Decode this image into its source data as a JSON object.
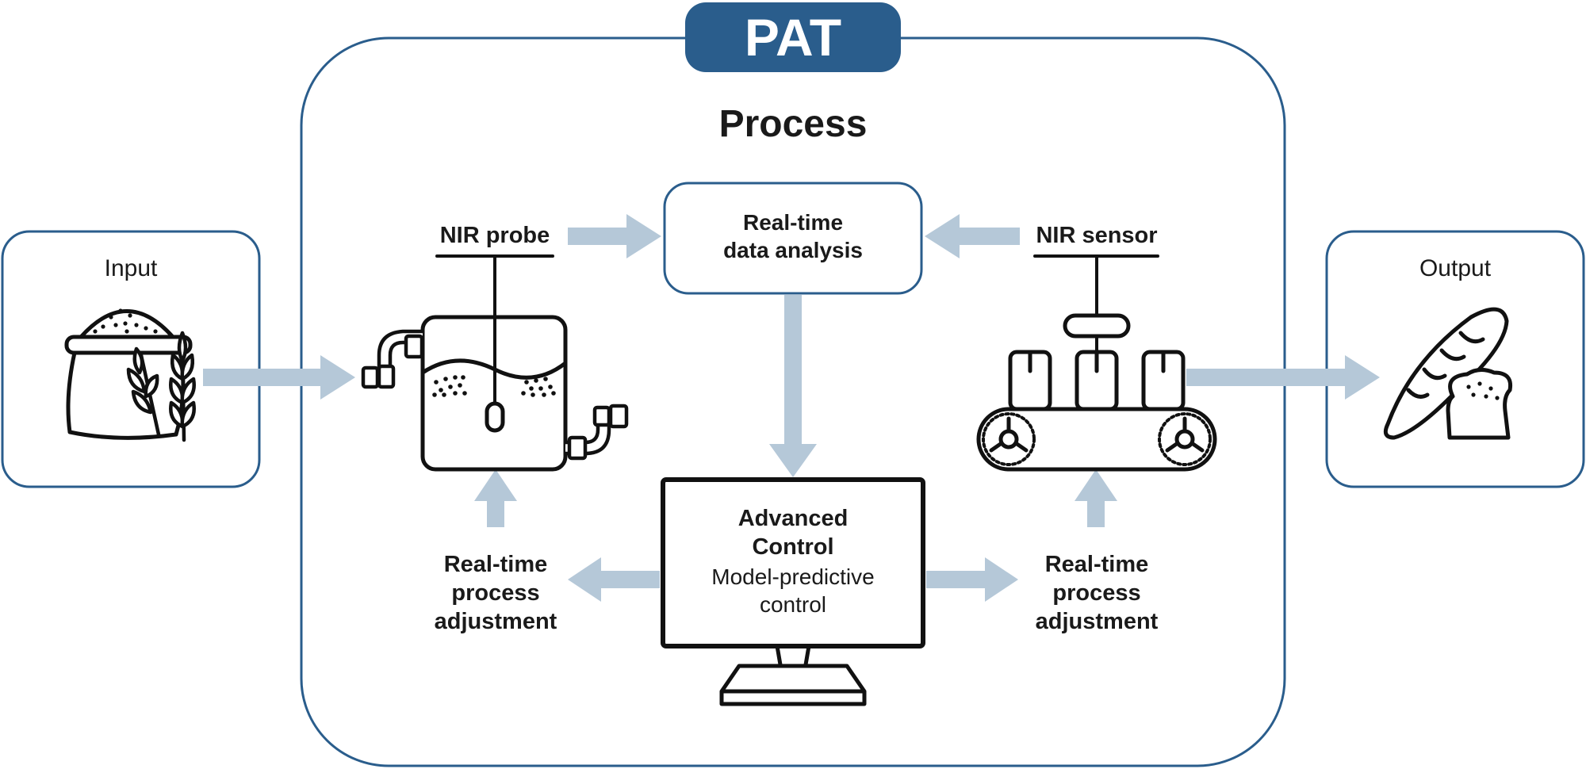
{
  "pat": {
    "title": "PAT",
    "process_title": "Process"
  },
  "input": {
    "title": "Input"
  },
  "output": {
    "title": "Output"
  },
  "nir_probe": {
    "label": "NIR probe"
  },
  "nir_sensor": {
    "label": "NIR sensor"
  },
  "analysis": {
    "line1": "Real-time",
    "line2": "data analysis"
  },
  "control": {
    "title1": "Advanced",
    "title2": "Control",
    "sub1": "Model-predictive",
    "sub2": "control"
  },
  "adjust_left": {
    "line1": "Real-time",
    "line2": "process",
    "line3": "adjustment"
  },
  "adjust_right": {
    "line1": "Real-time",
    "line2": "process",
    "line3": "adjustment"
  },
  "colors": {
    "frame": "#2a5d8c",
    "pat_fill": "#2a5d8c",
    "arrow": "#b5c8d8",
    "icon": "#111111"
  },
  "icons": [
    "grain-sack-icon",
    "wheat-icon",
    "tank-icon",
    "pipe-icon",
    "conveyor-icon",
    "monitor-icon",
    "bread-icon"
  ]
}
